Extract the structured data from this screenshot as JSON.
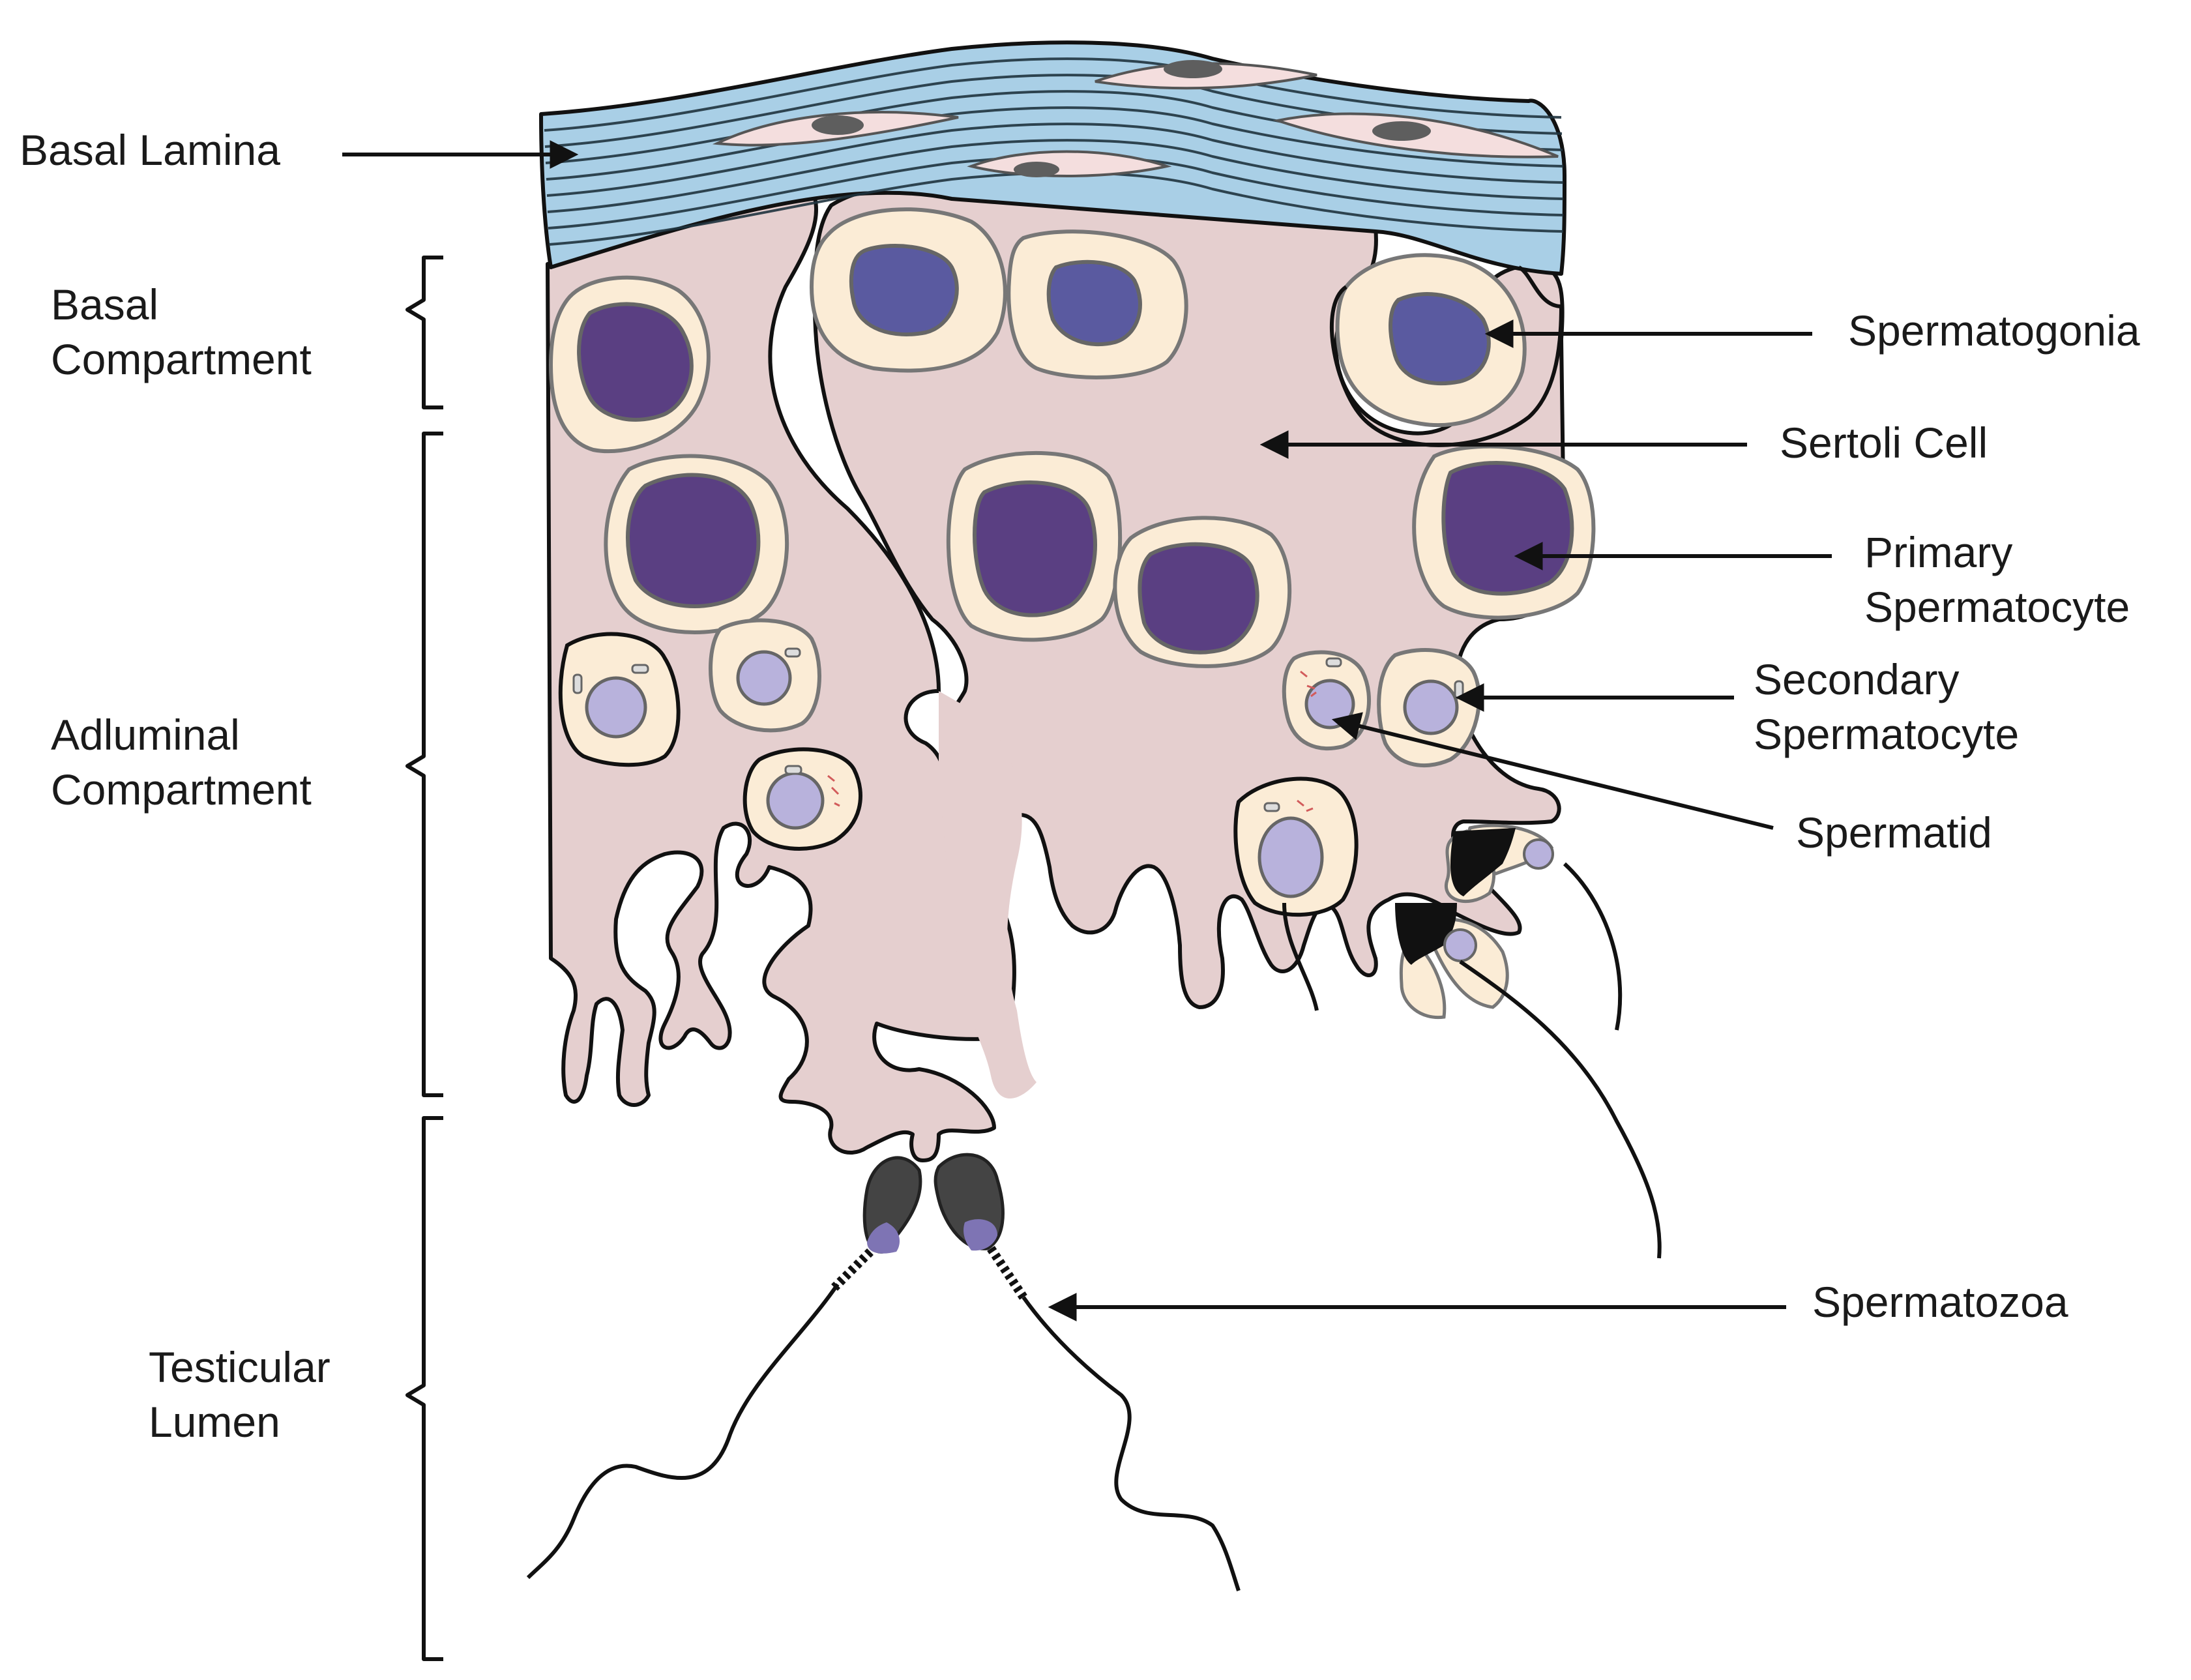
{
  "labels": {
    "basal_lamina": "Basal Lamina",
    "basal_compartment": [
      "Basal",
      "Compartment"
    ],
    "adluminal_compartment": [
      "Adluminal",
      "Compartment"
    ],
    "testicular_lumen": [
      "Testicular",
      "Lumen"
    ],
    "spermatogonia": "Spermatogonia",
    "sertoli_cell": "Sertoli Cell",
    "primary_spermatocyte": [
      "Primary",
      "Spermatocyte"
    ],
    "secondary_spermatocyte": [
      "Secondary",
      "Spermatocyte"
    ],
    "spermatid": "Spermatid",
    "spermatozoa": "Spermatozoa"
  },
  "colors": {
    "lamina_fill": "#a9cfe6",
    "lamina_stripe": "#20343f",
    "myoid_cell": "#f4dede",
    "myoid_nucleus": "#5e5e5e",
    "sertoli": "#e5cfcf",
    "cell_cytoplasm": "#fbecd6",
    "spermatogonia_nucleus": "#5a5aa0",
    "primary_nucleus": "#5a3f82",
    "spermatid_nucleus": "#b8b2dc",
    "sperm_head": "#444444",
    "acrosome": "#7e74b4",
    "outline": "#111111"
  }
}
